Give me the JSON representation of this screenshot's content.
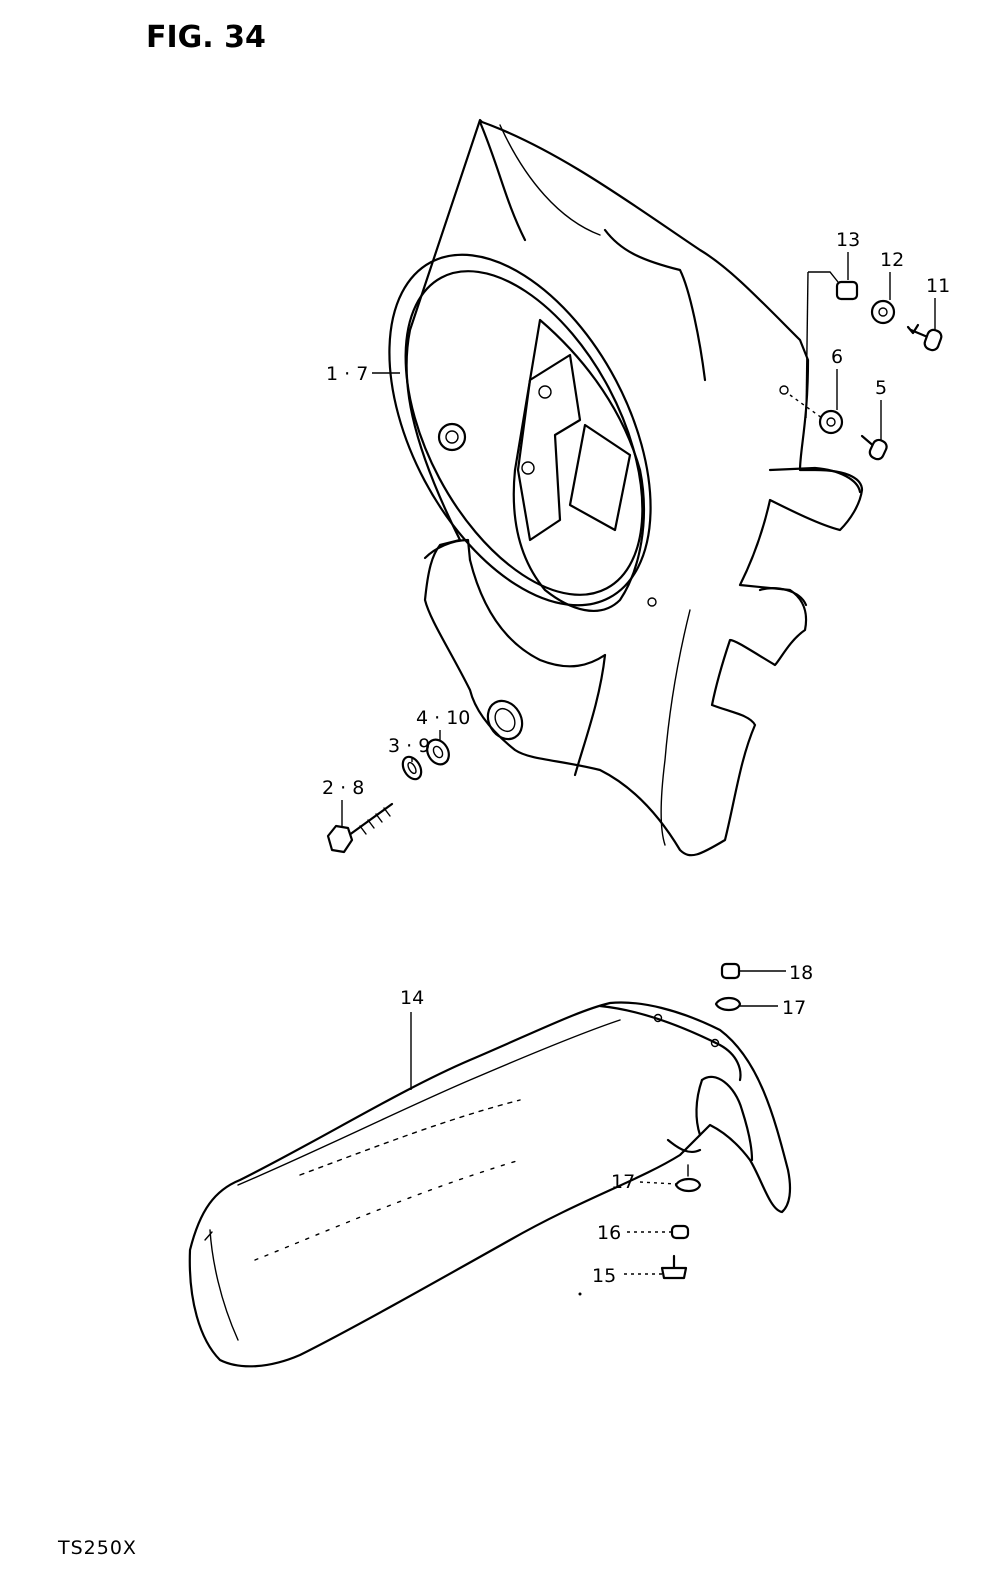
{
  "figure": {
    "title": "FIG. 34",
    "model": "TS250X"
  },
  "callouts": {
    "c1_7": "1 · 7",
    "c2_8": "2 · 8",
    "c3_9": "3 · 9",
    "c4_10": "4 · 10",
    "c5": "5",
    "c6": "6",
    "c11": "11",
    "c12": "12",
    "c13": "13",
    "c14": "14",
    "c15": "15",
    "c16": "16",
    "c17a": "17",
    "c17b": "17",
    "c18": "18"
  }
}
